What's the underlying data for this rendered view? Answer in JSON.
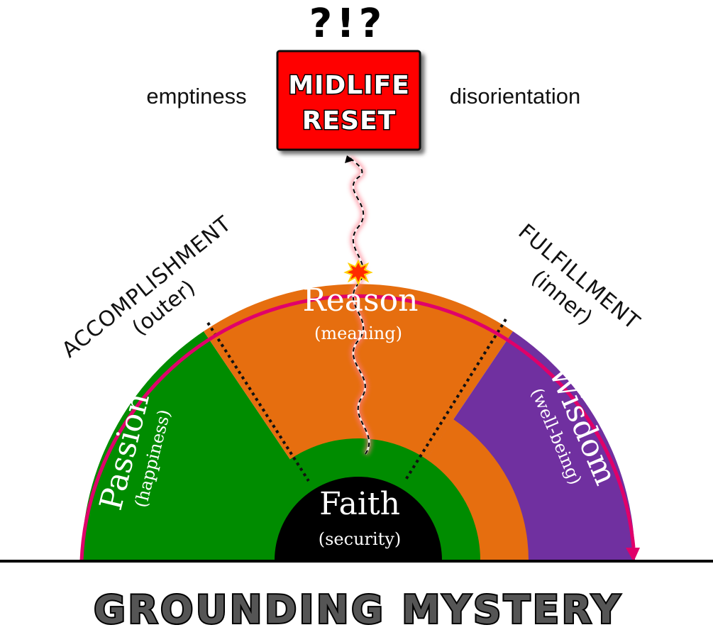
{
  "top": {
    "marks": "?!?",
    "box_line1": "MIDLIFE",
    "box_line2": "RESET",
    "left_word": "emptiness",
    "right_word": "disorientation"
  },
  "arcs": {
    "left_title": "ACCOMPLISHMENT",
    "left_sub": "(outer)",
    "right_title": "FULFILLMENT",
    "right_sub": "(inner)"
  },
  "segments": {
    "reason": {
      "title": "Reason",
      "sub": "(meaning)"
    },
    "passion": {
      "title": "Passion",
      "sub": "(happiness)"
    },
    "wisdom": {
      "title": "Wisdom",
      "sub": "(well-being)"
    },
    "faith": {
      "title": "Faith",
      "sub": "(security)"
    }
  },
  "footer": {
    "title": "GROUNDING MYSTERY"
  },
  "colors": {
    "green": "#008c00",
    "orange": "#e66e0f",
    "purple": "#7030a0",
    "rim": "#e0006a",
    "box": "#ff0000",
    "black": "#000000"
  }
}
